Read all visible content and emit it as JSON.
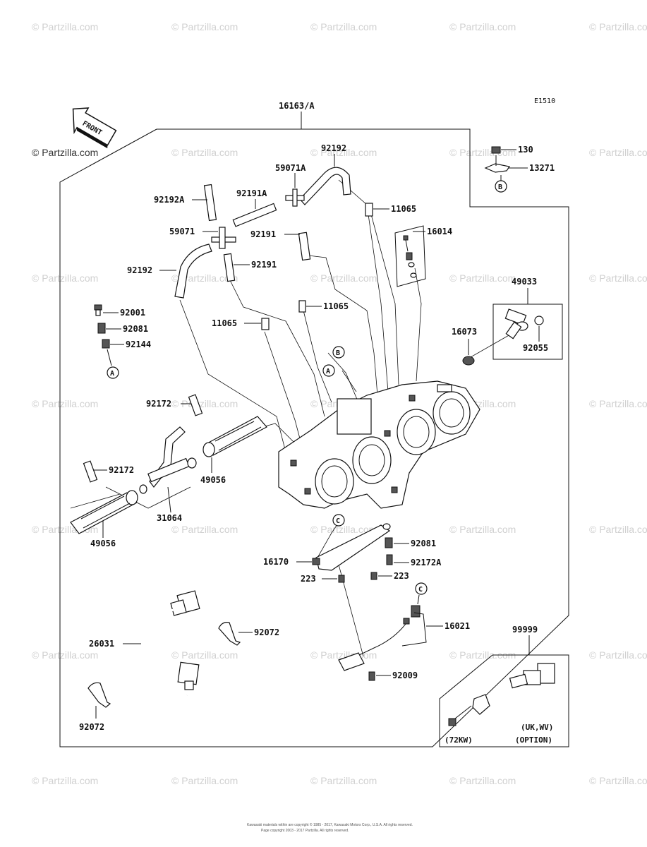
{
  "watermark": "© Partzilla.com",
  "diagram_code": "E1510",
  "front_label": "FRONT",
  "assembly_label": "16163/A",
  "callouts": {
    "a": "A",
    "b": "B",
    "c": "C"
  },
  "parts": {
    "p130": "130",
    "p13271": "13271",
    "p92192_top": "92192",
    "p59071A": "59071A",
    "p92192A": "92192A",
    "p92191A": "92191A",
    "p11065_a": "11065",
    "p16014": "16014",
    "p59071": "59071",
    "p92191_a": "92191",
    "p92192_left": "92192",
    "p92191_b": "92191",
    "p49033": "49033",
    "p92001": "92001",
    "p11065_b": "11065",
    "p92081_a": "92081",
    "p11065_c": "11065",
    "p16073": "16073",
    "p92144": "92144",
    "p92055": "92055",
    "p92172_a": "92172",
    "p92172_b": "92172",
    "p49056_a": "49056",
    "p31064": "31064",
    "p49056_b": "49056",
    "p92081_b": "92081",
    "p16170": "16170",
    "p92172A": "92172A",
    "p223_a": "223",
    "p223_b": "223",
    "p16021": "16021",
    "p99999": "99999",
    "p26031": "26031",
    "p92072_a": "92072",
    "p92009": "92009",
    "p92072_b": "92072"
  },
  "options": {
    "market": "(UK,WV)",
    "option": "(OPTION)",
    "power": "(72KW)"
  },
  "copyright_line1": "Kawasaki materials within are copyright © 1985 - 2017, Kawasaki Motors Corp., U.S.A. All rights reserved.",
  "copyright_line2": "Page copyright 2003 - 2017 Partzilla. All rights reserved."
}
